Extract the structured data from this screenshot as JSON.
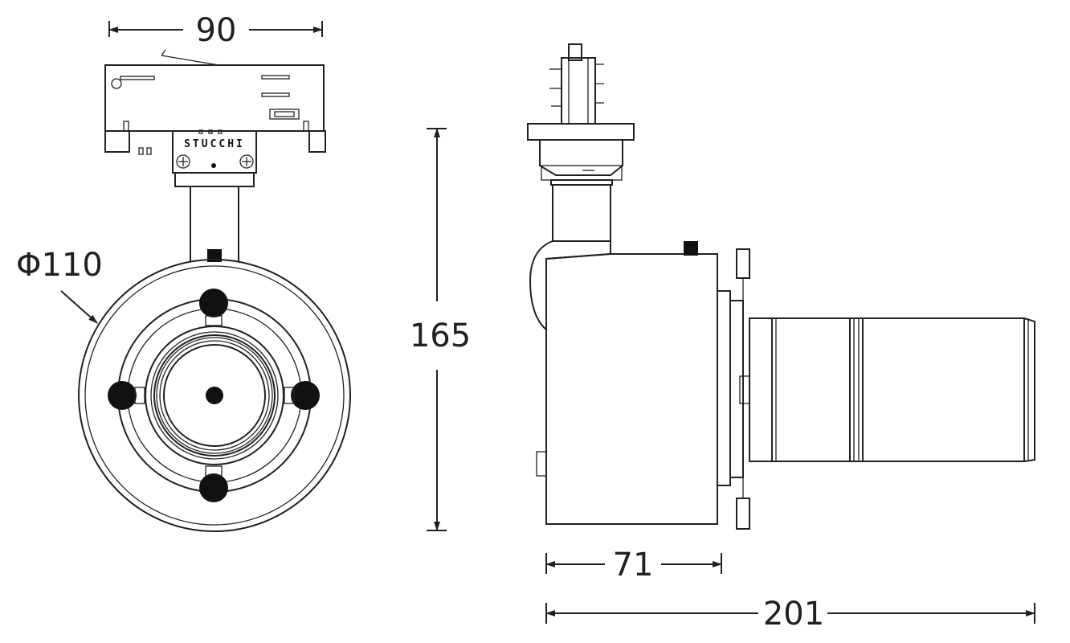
{
  "dimensions": {
    "width": "90",
    "diameter": "Φ110",
    "height": "165",
    "body_depth": "71",
    "total_length": "201"
  },
  "brand_marking": "STUCCHI",
  "colors": {
    "line": "#231f20",
    "background": "#ffffff"
  }
}
